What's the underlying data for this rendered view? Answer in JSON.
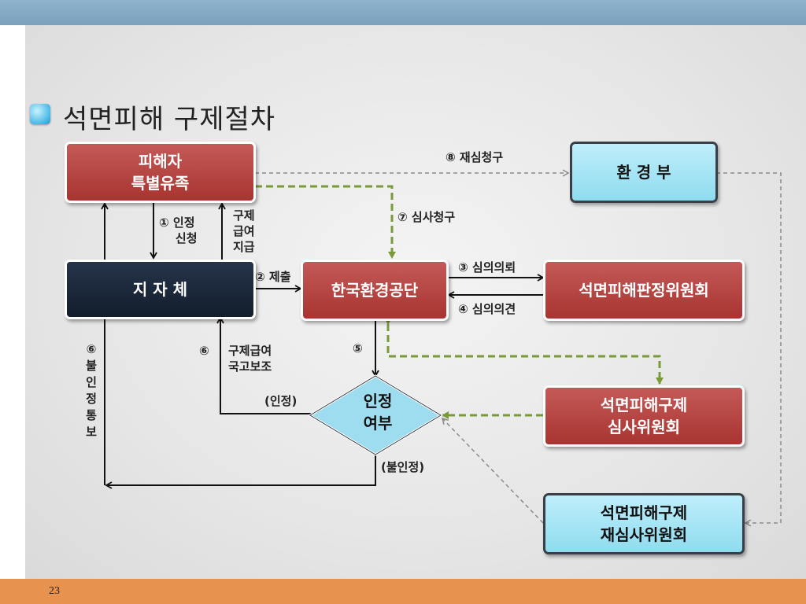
{
  "title": "석면피해 구제절차",
  "page_number": "23",
  "nodes": {
    "victim": "피해자\n특별유족",
    "local_gov": "지 자 체",
    "korea_env_corp": "한국환경공단",
    "judgment_committee": "석면피해판정위원회",
    "ministry": "환 경 부",
    "review_committee": "석면피해구제\n심사위원회",
    "rereview_committee": "석면피해구제\n재심사위원회",
    "decision": "인정\n여부"
  },
  "edges": {
    "step1": "① 인정\n    신청",
    "relief_pay": "구제\n급여\n지급",
    "step2": "② 제출",
    "step3": "③ 심의의뢰",
    "step4": "④ 심의의견",
    "step5": "⑤",
    "step6_right": "⑥",
    "step6_right_text": "구제급여\n국고보조",
    "step6_left": "⑥\n불\n인\n정\n통\n보",
    "approved": "(인정)",
    "rejected": "(불인정)",
    "step7": "⑦ 심사청구",
    "step8": "⑧ 재심청구"
  },
  "colors": {
    "red_box": "#b0403c",
    "navy_box": "#1b2638",
    "cyan_box": "#a6e4f4",
    "dashed_green": "#7a9a3a",
    "dashed_gray": "#8a8a8a",
    "top_bar": "#8aafc8",
    "bottom_bar": "#e8924f"
  }
}
